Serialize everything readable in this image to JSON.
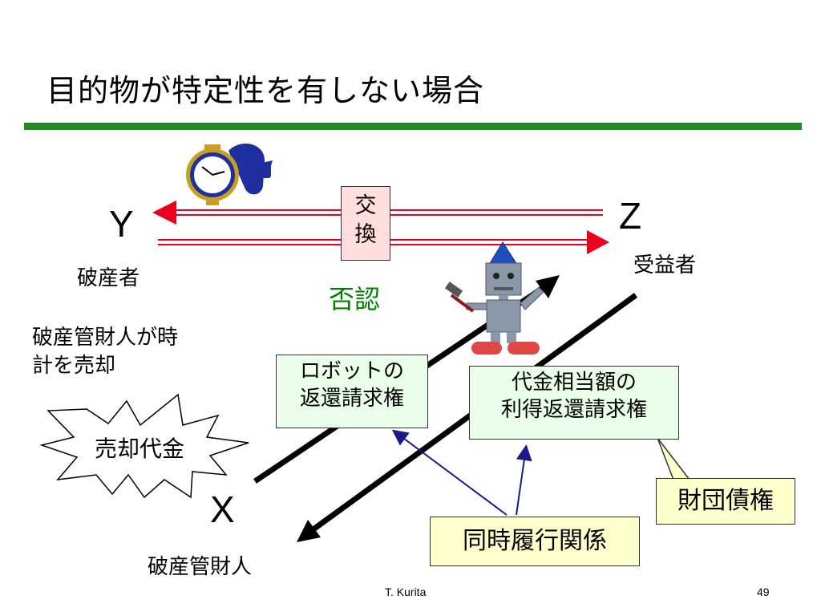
{
  "slide": {
    "title": "目的物が特定性を有しない場合",
    "footer_author": "T. Kurita",
    "page_number": "49"
  },
  "parties": {
    "y_letter": "Y",
    "y_role": "破産者",
    "z_letter": "Z",
    "z_role": "受益者",
    "x_letter": "X",
    "x_role": "破産管財人"
  },
  "exchange": {
    "line1": "交",
    "line2": "換"
  },
  "denial_label": "否認",
  "sale_note": {
    "line1": "破産管財人が時",
    "line2": "計を売却"
  },
  "proceeds_label": "売却代金",
  "robot_claim": {
    "line1": "ロボットの",
    "line2": "返還請求権"
  },
  "price_claim": {
    "line1": "代金相当額の",
    "line2": "利得返還請求権"
  },
  "estate_claim_label": "財団債権",
  "simultaneous_label": "同時履行関係",
  "colors": {
    "rule_green": "#1e8c1e",
    "arrow_red": "#e8001c",
    "denial_green": "#008000",
    "callout_arrow_navy": "#1a1a8c",
    "green_box_fill": "#eaffea",
    "yellow_box_fill": "#ffffcc"
  },
  "icons": [
    "watch-icon",
    "robot-icon",
    "hammer-icon"
  ]
}
